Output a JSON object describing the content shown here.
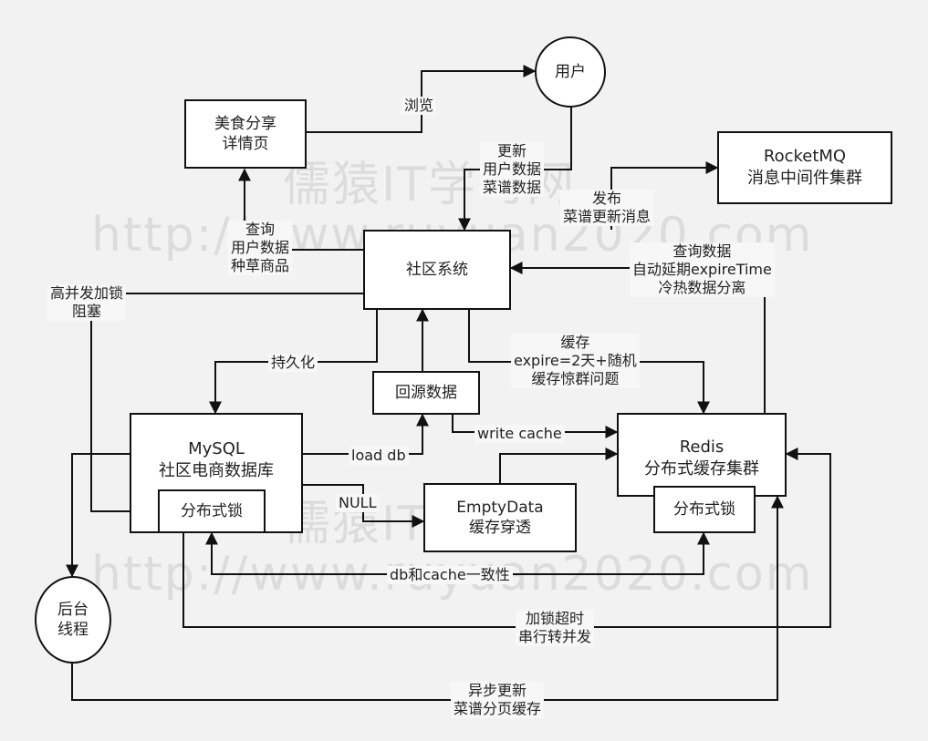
{
  "watermark": {
    "line1": "儒猿IT学习网",
    "line2": "http://www.ruyuan2020.com"
  },
  "nodes": {
    "food_detail": [
      "美食分享",
      "详情页"
    ],
    "user": [
      "用户"
    ],
    "rocketmq": [
      "RocketMQ",
      "消息中间件集群"
    ],
    "community": [
      "社区系统"
    ],
    "origin_data": [
      "回源数据"
    ],
    "mysql": [
      "MySQL",
      "社区电商数据库"
    ],
    "mysql_lock": [
      "分布式锁"
    ],
    "empty_data": [
      "EmptyData",
      "缓存穿透"
    ],
    "redis": [
      "Redis",
      "分布式缓存集群"
    ],
    "redis_lock": [
      "分布式锁"
    ],
    "bg_thread": [
      "后台",
      "线程"
    ]
  },
  "labels": {
    "browse": [
      "浏览"
    ],
    "update_user": [
      "更新",
      "用户数据",
      "菜谱数据"
    ],
    "publish": [
      "发布",
      "菜谱更新消息"
    ],
    "query_user": [
      "查询",
      "用户数据",
      "种草商品"
    ],
    "query_data": [
      "查询数据",
      "自动延期expireTime",
      "冷热数据分离"
    ],
    "high_concurrency": [
      "高并发加锁",
      "阻塞"
    ],
    "persist": [
      "持久化"
    ],
    "cache": [
      "缓存",
      "expire=2天+随机",
      "缓存惊群问题"
    ],
    "write_cache": [
      "write cache"
    ],
    "load_db": [
      "load db"
    ],
    "null": [
      "NULL"
    ],
    "consistency": [
      "db和cache一致性"
    ],
    "lock_timeout": [
      "加锁超时",
      "串行转并发"
    ],
    "async_update": [
      "异步更新",
      "菜谱分页缓存"
    ]
  }
}
